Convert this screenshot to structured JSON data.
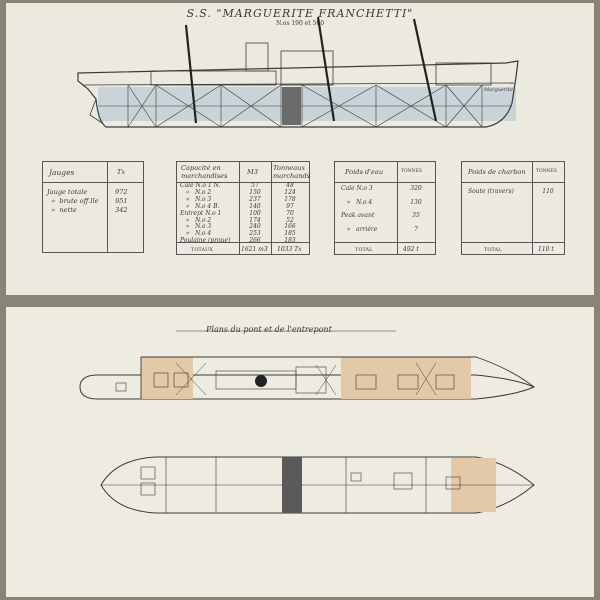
{
  "drawing": {
    "title": "S.S. \"MARGUERITE FRANCHETTI\"",
    "subtitle": "N.os 190 et 560",
    "bow_mark": "Marguerite",
    "plan_title": "Plans du pont et de l'entrepont"
  },
  "tables": {
    "jauges": {
      "header_left": "Jauges",
      "header_right": "Tx",
      "labels": "Jauge totale\n  »  brute off.lle\n  »  nette",
      "values": "972\n951\n342"
    },
    "capacite": {
      "header_left": "Capacité en\nmarchandises",
      "header_mid": "M3",
      "header_right": "Tonneaux\nmarchands",
      "labels": "Cale N.o 1 N.\n   »   N.o 2\n   »   N.o 3\n   »   N.o 4 B.\nEntrept N.o 1\n   »   N.o 2\n   »   N.o 3\n   »   N.o 4\nPoulaine (proue)",
      "m3": "57\n150\n237\n140\n100\n174\n240\n253\n266",
      "tonneaux": "48\n124\n178\n97\n70\n52\n166\n185\n183",
      "total_label": "TOTAUX",
      "total_m3": "1621 m3",
      "total_tonneaux": "1033 Tx"
    },
    "poids": {
      "header_left": "Poids d'eau",
      "header_right": "TONNES",
      "labels": "Cale N.o 3\n\n   »   N.o 4\n\nPeak avant\n\n   »   arrière",
      "values": "320\n\n130\n\n35\n\n7",
      "total_label": "TOTAL",
      "total_value": "492 t"
    },
    "charbon": {
      "header_left": "Poids de charbon",
      "header_right": "TONNES",
      "labels": "Soute (travers)",
      "values": "110",
      "total_label": "TOTAL",
      "total_value": "110 t"
    }
  }
}
